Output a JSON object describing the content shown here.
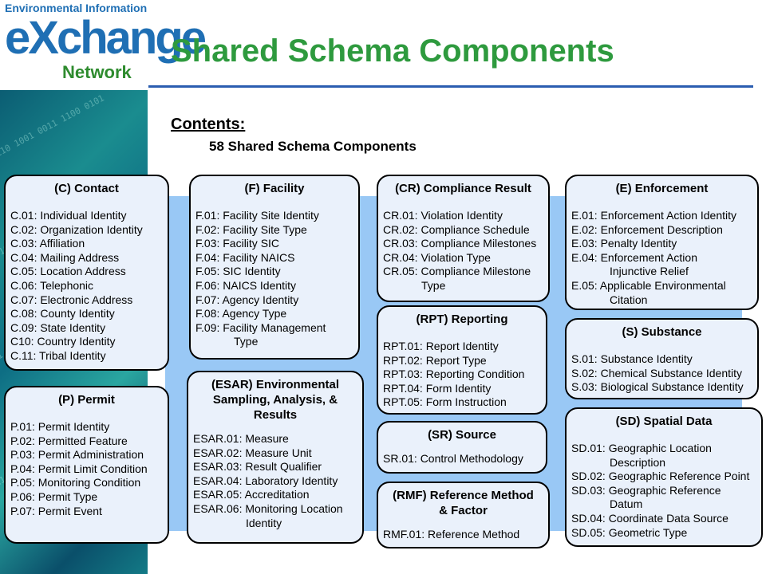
{
  "logo": {
    "top_text": "Environmental Information",
    "main_text": "eXchange",
    "bottom_text": "Network"
  },
  "title": "Shared Schema Components",
  "contents": {
    "heading": "Contents:",
    "line": "58 Shared Schema Components"
  },
  "boxes": {
    "contact": {
      "header": "(C) Contact",
      "items": [
        "C.01: Individual Identity",
        "C.02: Organization Identity",
        "C.03: Affiliation",
        "C.04: Mailing Address",
        "C.05: Location Address",
        "C.06: Telephonic",
        "C.07: Electronic Address",
        "C.08: County Identity",
        "C.09: State Identity",
        "C10: Country Identity",
        "C.11: Tribal Identity"
      ]
    },
    "facility": {
      "header": "(F) Facility",
      "items": [
        "F.01: Facility Site Identity",
        "F.02: Facility Site Type",
        "F.03: Facility SIC",
        "F.04: Facility NAICS",
        "F.05: SIC Identity",
        "F.06: NAICS Identity",
        "F.07: Agency Identity",
        "F.08: Agency Type",
        "F.09: Facility Management",
        "Type"
      ]
    },
    "compliance": {
      "header": "(CR) Compliance Result",
      "items": [
        "CR.01: Violation Identity",
        "CR.02: Compliance Schedule",
        "CR.03: Compliance Milestones",
        "CR.04: Violation Type",
        "CR.05: Compliance Milestone",
        "Type"
      ]
    },
    "enforcement": {
      "header": "(E) Enforcement",
      "items": [
        "E.01: Enforcement Action Identity",
        "E.02: Enforcement Description",
        "E.03: Penalty Identity",
        "E.04: Enforcement Action",
        "Injunctive Relief",
        "E.05: Applicable Environmental",
        "Citation"
      ]
    },
    "reporting": {
      "header": "(RPT) Reporting",
      "items": [
        "RPT.01: Report Identity",
        "RPT.02: Report Type",
        "RPT.03: Reporting Condition",
        "RPT.04: Form Identity",
        "RPT.05: Form Instruction"
      ]
    },
    "substance": {
      "header": "(S) Substance",
      "items": [
        "S.01: Substance Identity",
        "S.02: Chemical Substance Identity",
        "S.03: Biological Substance Identity"
      ]
    },
    "permit": {
      "header": "(P) Permit",
      "items": [
        "P.01: Permit Identity",
        "P.02: Permitted Feature",
        "P.03: Permit Administration",
        "P.04: Permit Limit Condition",
        "P.05: Monitoring Condition",
        "P.06: Permit Type",
        "P.07: Permit Event"
      ]
    },
    "esar": {
      "header_lines": [
        "(ESAR) Environmental",
        "Sampling, Analysis, &",
        "Results"
      ],
      "items": [
        "ESAR.01: Measure",
        "ESAR.02: Measure Unit",
        "ESAR.03: Result Qualifier",
        "ESAR.04: Laboratory Identity",
        "ESAR.05: Accreditation",
        "ESAR.06: Monitoring Location",
        "Identity"
      ]
    },
    "source": {
      "header": "(SR) Source",
      "items": [
        "SR.01: Control Methodology"
      ]
    },
    "spatial": {
      "header": "(SD) Spatial Data",
      "items": [
        "SD.01: Geographic Location",
        "Description",
        "SD.02: Geographic Reference Point",
        "SD.03: Geographic Reference",
        "Datum",
        "SD.04: Coordinate Data Source",
        "SD.05: Geometric Type"
      ]
    },
    "rmf": {
      "header_lines": [
        "(RMF) Reference Method",
        "& Factor"
      ],
      "items": [
        "RMF.01: Reference Method"
      ]
    }
  },
  "colors": {
    "title_green": "#2e9a3e",
    "rule_blue": "#2a5db0",
    "band_blue": "#99c8f5",
    "box_fill": "#eaf1fb"
  }
}
